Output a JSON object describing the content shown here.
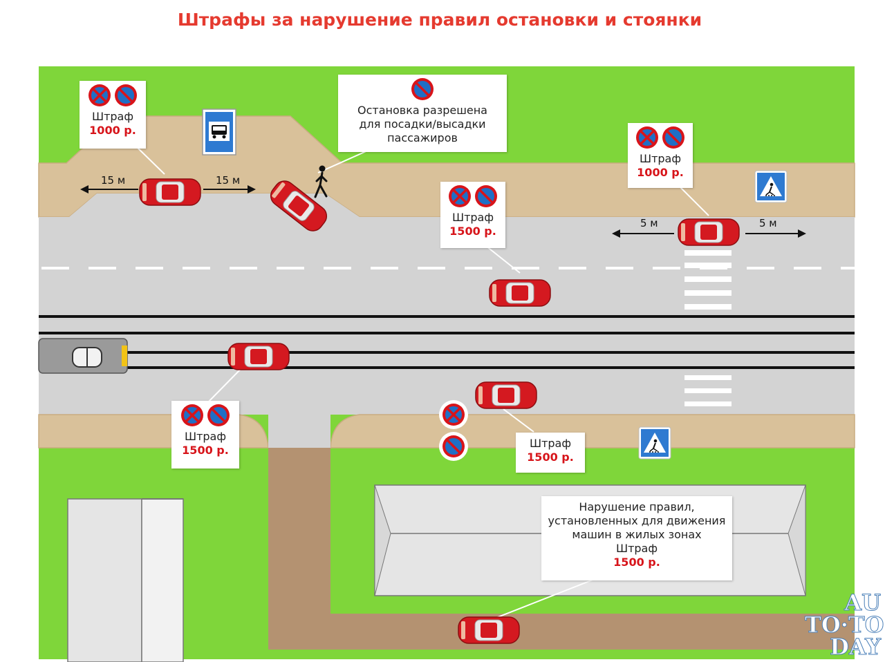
{
  "title": "Штрафы за нарушение правил остановки и стоянки",
  "fine_label": "Штраф",
  "callouts": {
    "bus_stop": {
      "fine": "1000 р."
    },
    "boarding": {
      "text_lines": [
        "Остановка разрешена",
        "для посадки/высадки",
        "пассажиров"
      ]
    },
    "crosswalk_top": {
      "fine": "1000 р."
    },
    "lane_edge": {
      "fine": "1500 р."
    },
    "tram_tracks": {
      "fine": "1500 р."
    },
    "no_stop_sign": {
      "fine": "1500 р."
    },
    "residential": {
      "text_lines": [
        "Нарушение правил,",
        "установленных для движения",
        "машин в жилых зонах"
      ],
      "fine": "1500 р."
    }
  },
  "distances": {
    "bus_left": "15 м",
    "bus_right": "15 м",
    "cross_left": "5 м",
    "cross_right": "5 м"
  },
  "colors": {
    "grass": "#7fd63a",
    "road": "#d3d3d3",
    "sidewalk": "#d9c19a",
    "car": "#d41920",
    "title": "#e53a2f",
    "fine": "#d7141a"
  },
  "icons": [
    "no-parking-sign-icon",
    "no-stopping-sign-icon",
    "bus-stop-sign-icon",
    "pedestrian-crossing-sign-icon",
    "pedestrian-icon",
    "tram-icon",
    "car-icon"
  ],
  "watermark": [
    "AU",
    "TO·TO",
    "DAY"
  ]
}
